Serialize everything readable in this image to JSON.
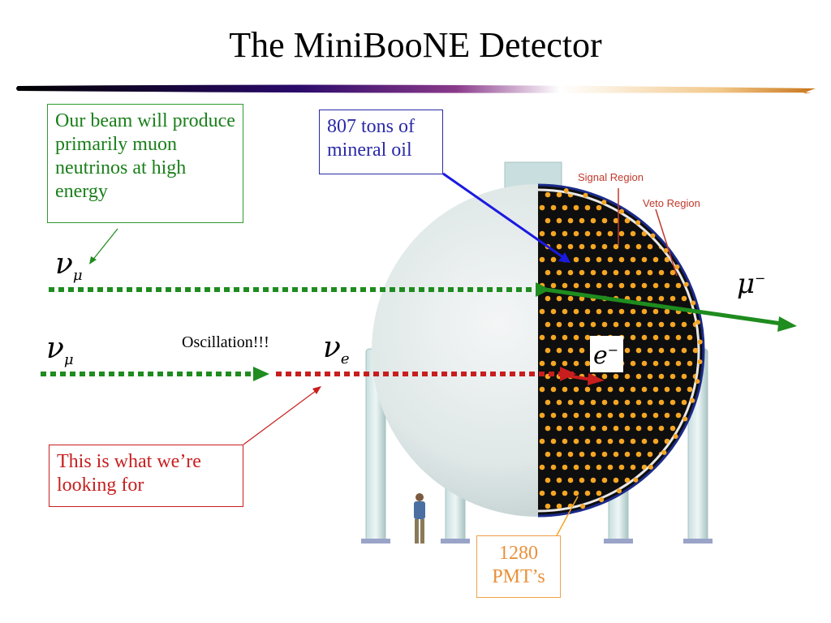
{
  "title": "The MiniBooNE Detector",
  "callouts": {
    "beam": "Our beam will produce primarily muon neutrinos at high energy",
    "oil": "807 tons of mineral oil",
    "looking": "This is what we’re looking for",
    "pmt_count": "1280",
    "pmt_unit": "PMT’s"
  },
  "labels": {
    "oscillation": "Oscillation!!!",
    "signal_region": "Signal Region",
    "veto_region": "Veto Region"
  },
  "symbols": {
    "nu": "ν",
    "mu_sub": "μ",
    "e_sub": "e",
    "mu": "μ",
    "e": "e",
    "minus": "−"
  },
  "colors": {
    "beam_green": "#1e8c1e",
    "oscillated_red": "#c81e1e",
    "oil_blue": "#1a1ae0",
    "pmt_orange": "#f5a623"
  }
}
